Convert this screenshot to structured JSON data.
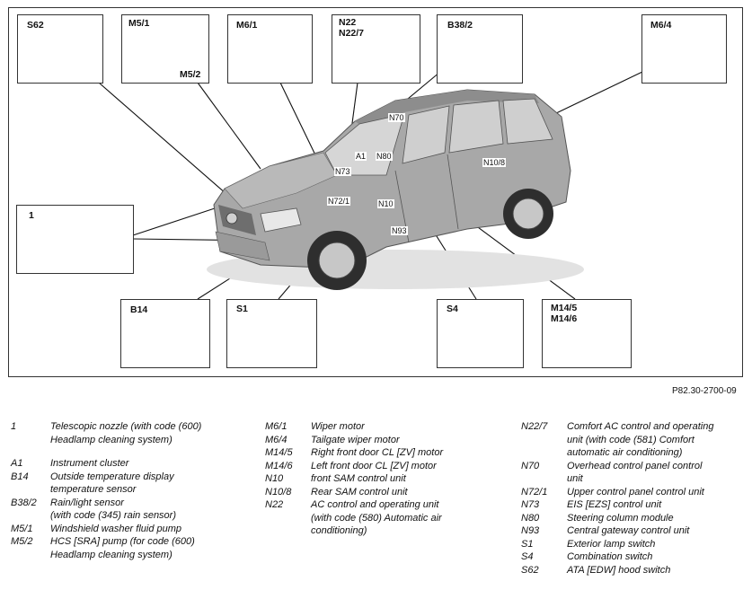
{
  "reference": "P82.30-2700-09",
  "boxes": {
    "s62": "S62",
    "m51": "M5/1",
    "m52": "M5/2",
    "m61": "M6/1",
    "n22": "N22\nN22/7",
    "b382": "B38/2",
    "m64": "M6/4",
    "one": "1",
    "b14": "B14",
    "s1": "S1",
    "s4": "S4",
    "m14": "M14/5\nM14/6"
  },
  "callouts": {
    "n70": "N70",
    "n73": "N73",
    "a1": "A1",
    "n80": "N80",
    "n108": "N10/8",
    "n721": "N72/1",
    "n10": "N10",
    "n93": "N93"
  },
  "legend": {
    "col1": [
      {
        "code": "1",
        "desc": "Telescopic nozzle (with code (600)\nHeadlamp cleaning system)"
      },
      {
        "gap": true
      },
      {
        "code": "A1",
        "desc": "Instrument cluster"
      },
      {
        "code": "B14",
        "desc": "Outside temperature display\ntemperature sensor"
      },
      {
        "code": "B38/2",
        "desc": "Rain/light sensor\n(with code (345) rain sensor)"
      },
      {
        "code": "M5/1",
        "desc": "Windshield washer fluid pump"
      },
      {
        "code": "M5/2",
        "desc": "HCS [SRA] pump (for code (600)\nHeadlamp cleaning system)"
      }
    ],
    "col2": [
      {
        "code": "M6/1",
        "desc": "Wiper motor"
      },
      {
        "code": "M6/4",
        "desc": "Tailgate wiper motor"
      },
      {
        "code": "M14/5",
        "desc": "Right front door CL [ZV] motor"
      },
      {
        "code": "M14/6",
        "desc": "Left front door CL [ZV] motor"
      },
      {
        "code": "N10",
        "desc": "front SAM control unit"
      },
      {
        "code": "N10/8",
        "desc": "Rear SAM control unit"
      },
      {
        "code": "N22",
        "desc": "AC control and operating unit\n(with code (580) Automatic air\nconditioning)"
      }
    ],
    "col3": [
      {
        "code": "N22/7",
        "desc": "Comfort AC control and operating\nunit (with code (581) Comfort\nautomatic air conditioning)"
      },
      {
        "code": "N70",
        "desc": "Overhead control panel control\nunit"
      },
      {
        "code": "N72/1",
        "desc": "Upper control panel control unit"
      },
      {
        "code": "N73",
        "desc": "EIS [EZS] control unit"
      },
      {
        "code": "N80",
        "desc": "Steering column module"
      },
      {
        "code": "N93",
        "desc": "Central gateway control unit"
      },
      {
        "code": "S1",
        "desc": "Exterior lamp switch"
      },
      {
        "code": "S4",
        "desc": "Combination switch"
      },
      {
        "code": "S62",
        "desc": "ATA [EDW] hood switch"
      }
    ]
  }
}
